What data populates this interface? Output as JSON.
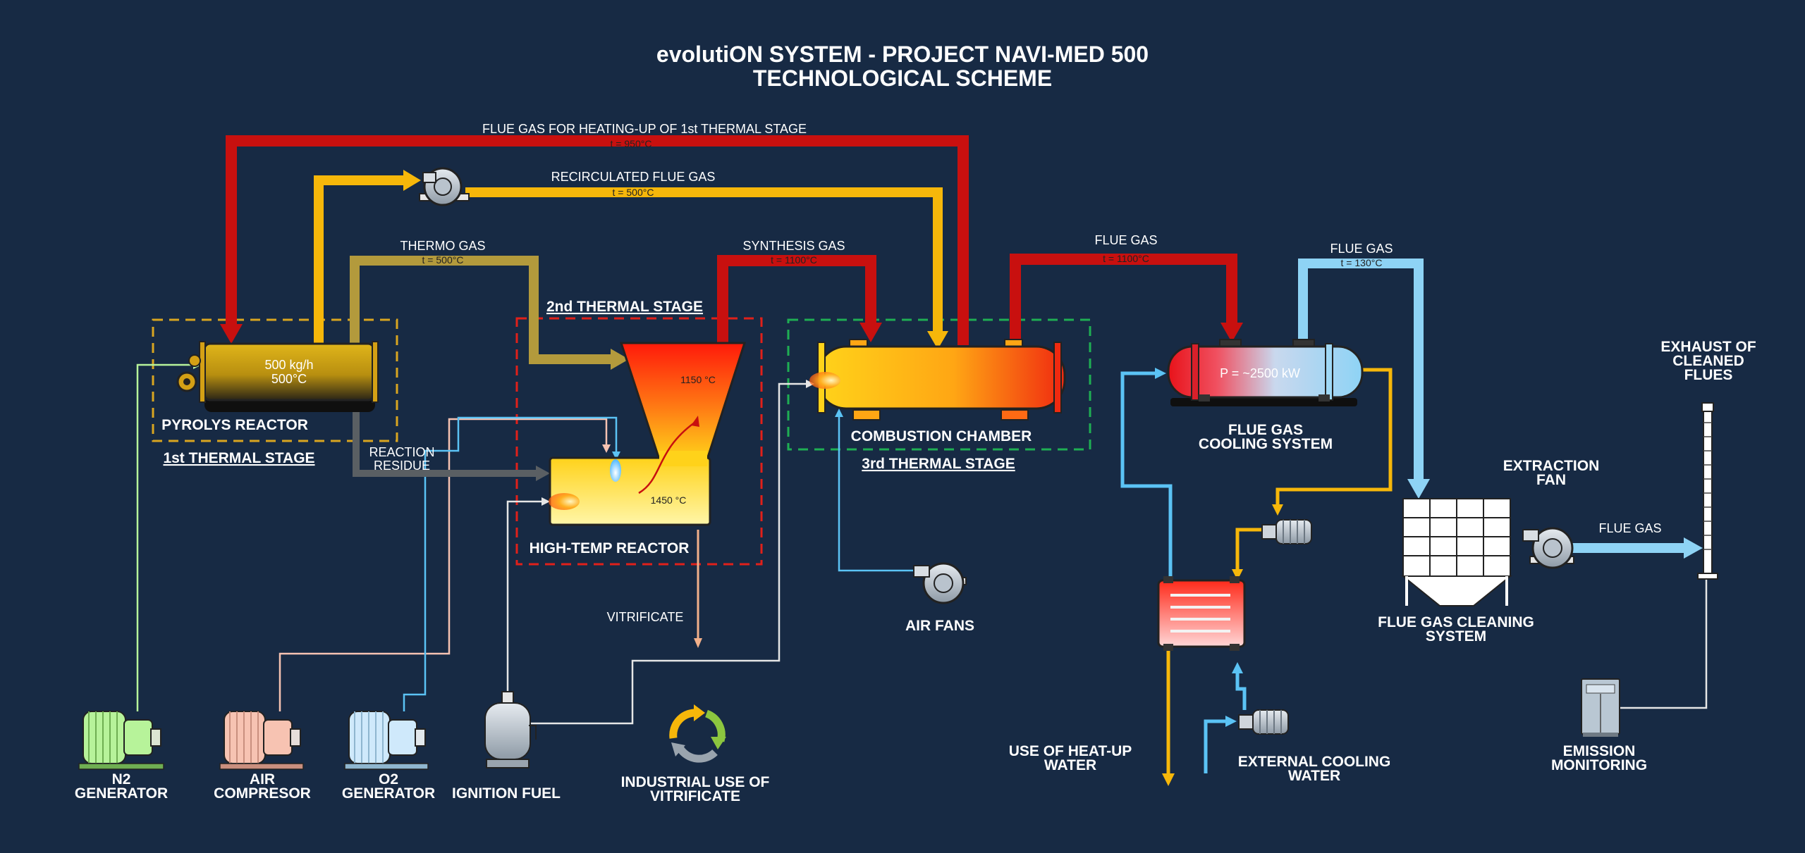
{
  "title": {
    "line1": "evolutiON SYSTEM - PROJECT NAVI-MED 500",
    "line2": "TECHNOLOGICAL SCHEME"
  },
  "flows": {
    "flue_heating": {
      "label": "FLUE GAS FOR HEATING-UP OF 1st THERMAL STAGE",
      "temp": "t = 950°C"
    },
    "recirculated": {
      "label": "RECIRCULATED FLUE GAS",
      "temp": "t = 500°C"
    },
    "thermo": {
      "label": "THERMO GAS",
      "temp": "t = 500°C"
    },
    "synthesis": {
      "label": "SYNTHESIS GAS",
      "temp": "t = 1100°C"
    },
    "flue_to_cooling": {
      "label": "FLUE GAS",
      "temp": "t = 1100°C"
    },
    "flue_to_cleaning": {
      "label": "FLUE GAS",
      "temp": "t = 130°C"
    },
    "flue_to_exhaust": {
      "label": "FLUE GAS"
    },
    "reaction_residue": {
      "line1": "REACTION",
      "line2": "RESIDUE"
    },
    "vitrificate": {
      "label": "VITRIFICATE"
    }
  },
  "stages": {
    "first": "1st THERMAL STAGE",
    "second": "2nd THERMAL STAGE",
    "third": "3rd THERMAL STAGE"
  },
  "equipment": {
    "pyrolys_reactor": {
      "label": "PYROLYS REACTOR",
      "rate": "500 kg/h",
      "temp": "500°C"
    },
    "high_temp_reactor": {
      "label": "HIGH-TEMP REACTOR",
      "temp_top": "1150 °C",
      "temp_bottom": "1450 °C"
    },
    "combustion_chamber": {
      "label": "COMBUSTION CHAMBER"
    },
    "cooling_system": {
      "line1": "FLUE GAS",
      "line2": "COOLING SYSTEM",
      "power": "P = ~2500 kW"
    },
    "air_fans": {
      "label": "AIR FANS"
    },
    "extraction_fan": {
      "line1": "EXTRACTION",
      "line2": "FAN"
    },
    "cleaning_system": {
      "line1": "FLUE GAS CLEANING",
      "line2": "SYSTEM"
    },
    "exhaust": {
      "line1": "EXHAUST OF",
      "line2": "CLEANED",
      "line3": "FLUES"
    },
    "emission_monitoring": {
      "line1": "EMISSION",
      "line2": "MONITORING"
    },
    "heat_up_water": {
      "line1": "USE OF HEAT-UP",
      "line2": "WATER"
    },
    "external_cooling": {
      "line1": "EXTERNAL COOLING",
      "line2": "WATER"
    },
    "n2_generator": {
      "line1": "N2",
      "line2": "GENERATOR"
    },
    "air_compressor": {
      "line1": "AIR",
      "line2": "COMPRESOR"
    },
    "o2_generator": {
      "line1": "O2",
      "line2": "GENERATOR"
    },
    "ignition_fuel": {
      "label": "IGNITION FUEL"
    },
    "industrial_use": {
      "line1": "INDUSTRIAL USE OF",
      "line2": "VITRIFICATE"
    }
  },
  "colors": {
    "background": "#172a44",
    "flue_hot": "#c8100f",
    "recirculated": "#f6b70a",
    "thermo_gas": "#b39a3c",
    "cool_flue": "#8ed3f5",
    "residue": "#5a5f63"
  }
}
